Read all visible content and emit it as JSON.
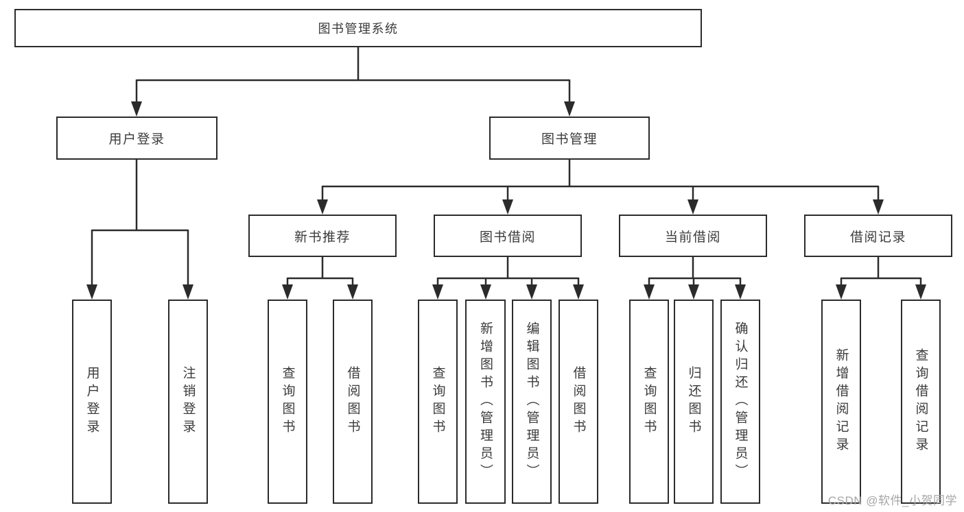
{
  "tree": {
    "label": "图书管理系统",
    "children": [
      {
        "label": "用户登录",
        "children": [
          {
            "label": "用户登录"
          },
          {
            "label": "注销登录"
          }
        ]
      },
      {
        "label": "图书管理",
        "children": [
          {
            "label": "新书推荐",
            "children": [
              {
                "label": "查询图书"
              },
              {
                "label": "借阅图书"
              }
            ]
          },
          {
            "label": "图书借阅",
            "children": [
              {
                "label": "查询图书"
              },
              {
                "label": "新增图书（管理员）"
              },
              {
                "label": "编辑图书（管理员）"
              },
              {
                "label": "借阅图书"
              }
            ]
          },
          {
            "label": "当前借阅",
            "children": [
              {
                "label": "查询图书"
              },
              {
                "label": "归还图书"
              },
              {
                "label": "确认归还（管理员）"
              }
            ]
          },
          {
            "label": "借阅记录",
            "children": [
              {
                "label": "新增借阅记录"
              },
              {
                "label": "查询借阅记录"
              }
            ]
          }
        ]
      }
    ]
  },
  "watermark": {
    "text": "CSDN @软件_小贺同学"
  },
  "colors": {
    "line": "#2b2b2b",
    "box_border": "#2b2b2b",
    "text": "#3b3b3b",
    "watermark": "#a6a6a6",
    "background": "#ffffff"
  }
}
